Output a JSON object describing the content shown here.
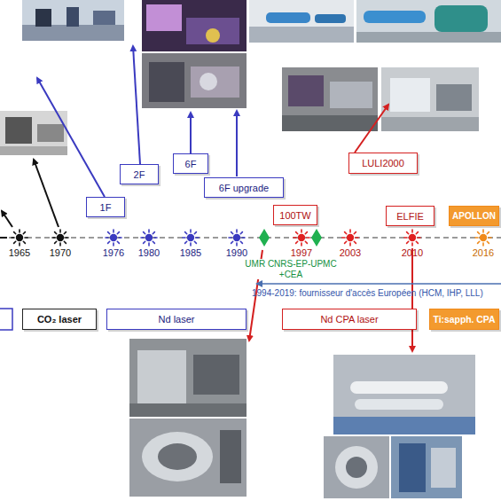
{
  "diagram": {
    "nodes": [
      {
        "text": [
          "1F"
        ]
      },
      {
        "text": [
          "2F"
        ]
      },
      {
        "text": [
          "6F"
        ]
      },
      {
        "text": [
          "6F upgrade"
        ]
      },
      {
        "text": [
          "100TW"
        ]
      },
      {
        "text": [
          "LULI2000"
        ]
      },
      {
        "text": [
          "ELFIE"
        ]
      },
      {
        "text": [
          "APOLLON"
        ]
      },
      {
        "text": [
          "CO₂ laser"
        ]
      },
      {
        "text": [
          "Nd laser"
        ]
      },
      {
        "text": [
          "Nd CPA laser"
        ]
      },
      {
        "text": [
          "Ti:sapph. CPA"
        ]
      }
    ],
    "labels": [
      "1965",
      "1970",
      "1976",
      "1980",
      "1985",
      "1990",
      "1997",
      "2003",
      "2010",
      "2016",
      "UMR CNRS-EP-UPMC +CEA",
      "1994-2019: fournisseur d'accès Européen (HCM, IHP, LLL)"
    ]
  }
}
